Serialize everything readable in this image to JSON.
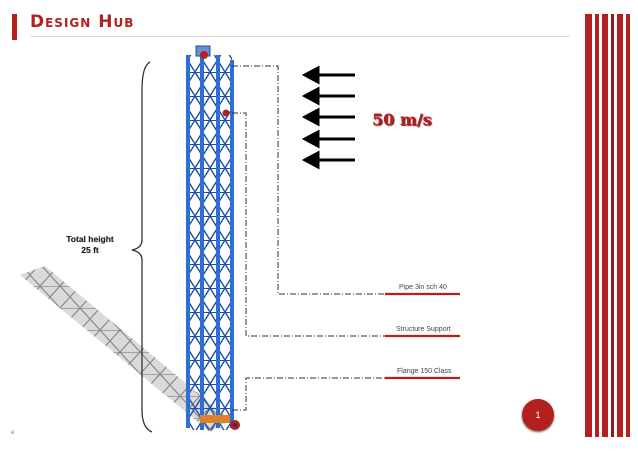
{
  "header": {
    "title": "Design Hub",
    "brand_color": "#b3201f"
  },
  "diagram": {
    "wind_speed_label": "50 m/s",
    "height_label_line1": "Total height",
    "height_label_line2": "25 ft",
    "callouts": [
      {
        "label": "Pipe 3in sch 40"
      },
      {
        "label": "Structure Support"
      },
      {
        "label": "Flange 150 Class"
      }
    ],
    "tower_color": "#2f6fd1",
    "arrow_count": 5
  },
  "footer": {
    "page_number": "1",
    "corner_mark": "e"
  }
}
